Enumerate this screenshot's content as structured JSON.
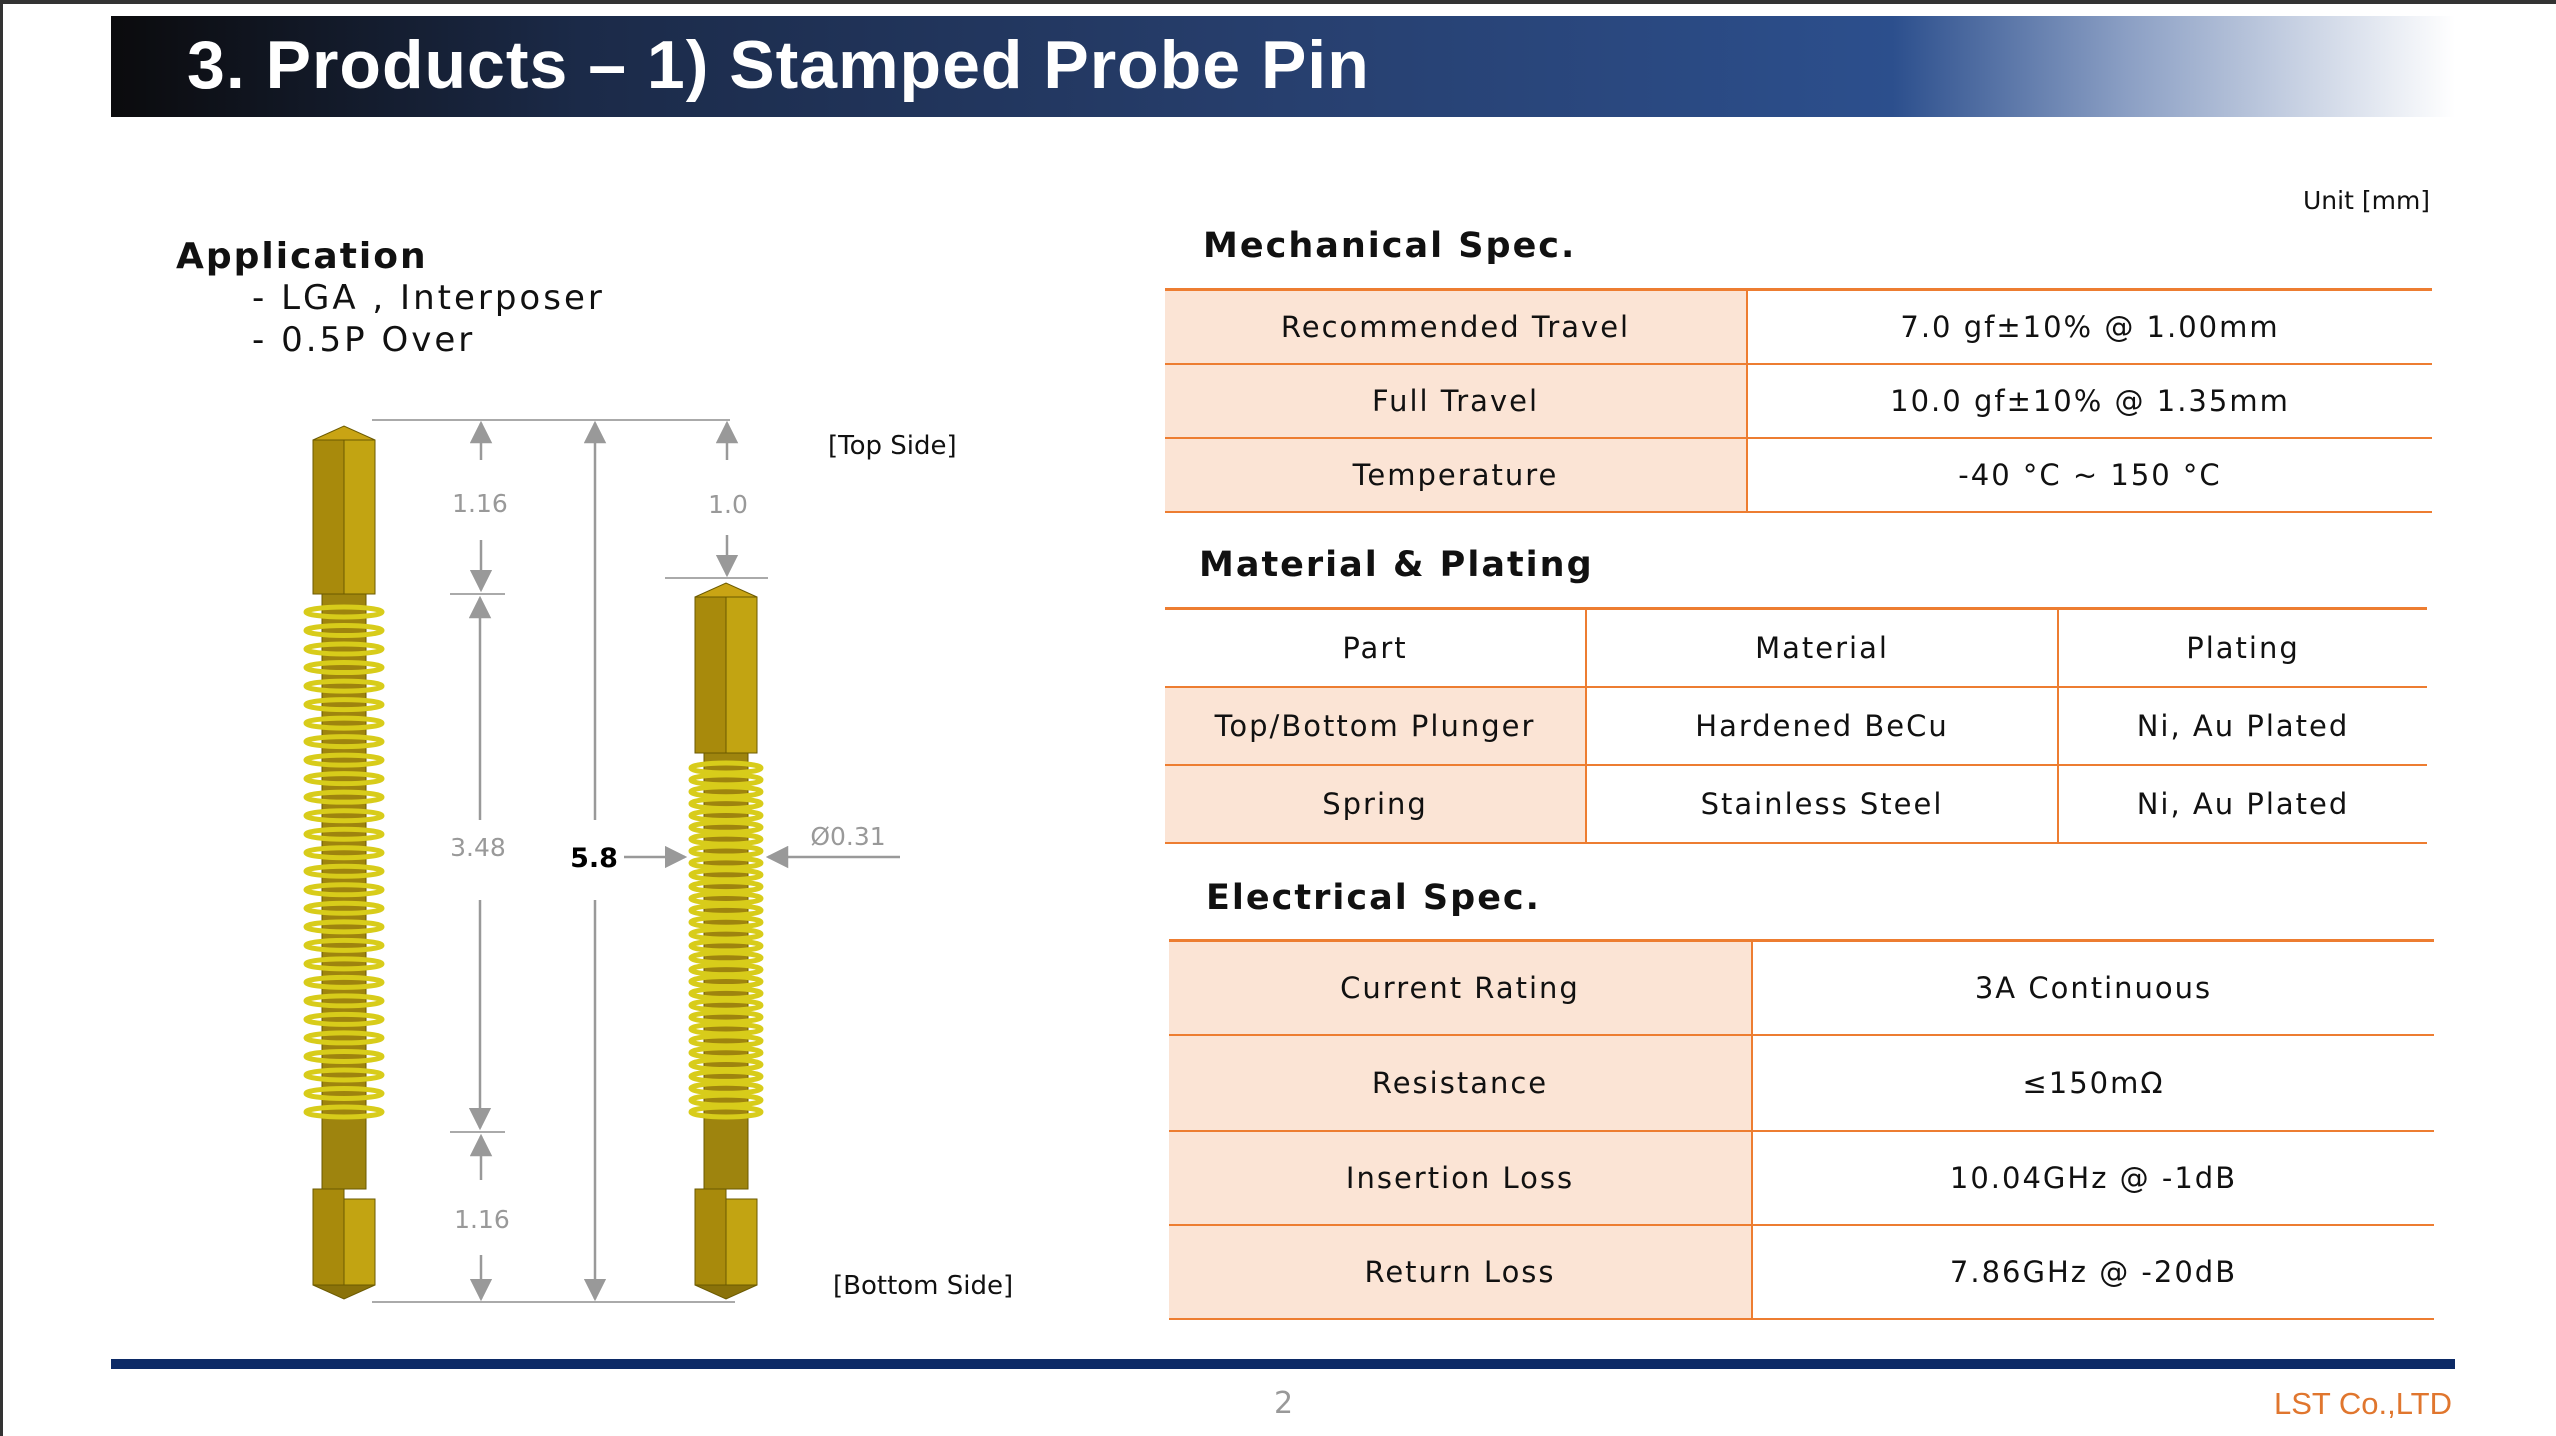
{
  "header": {
    "title": "3. Products – 1) Stamped Probe Pin"
  },
  "unit_label": "Unit [mm]",
  "application": {
    "title": "Application",
    "items": [
      "- LGA , Interposer",
      "- 0.5P Over"
    ]
  },
  "drawing": {
    "top_side": "[Top Side]",
    "bottom_side": "[Bottom Side]",
    "dim_top": "1.16",
    "dim_mid": "3.48",
    "dim_bottom": "1.16",
    "dim_total": "5.8",
    "dim_travel": "1.0",
    "dim_diameter": "Ø0.31"
  },
  "mechanical": {
    "title": "Mechanical Spec.",
    "rows": [
      {
        "label": "Recommended Travel",
        "value": "7.0 gf±10% @ 1.00mm"
      },
      {
        "label": "Full Travel",
        "value": "10.0 gf±10% @ 1.35mm"
      },
      {
        "label": "Temperature",
        "value": "-40 °C ~ 150 °C"
      }
    ]
  },
  "material": {
    "title": "Material & Plating",
    "headers": [
      "Part",
      "Material",
      "Plating"
    ],
    "rows": [
      [
        "Top/Bottom Plunger",
        "Hardened BeCu",
        "Ni, Au Plated"
      ],
      [
        "Spring",
        "Stainless Steel",
        "Ni, Au Plated"
      ]
    ]
  },
  "electrical": {
    "title": "Electrical Spec.",
    "rows": [
      {
        "label": "Current Rating",
        "value": "3A Continuous"
      },
      {
        "label": "Resistance",
        "value": "≤150mΩ"
      },
      {
        "label": "Insertion Loss",
        "value": "10.04GHz @ -1dB"
      },
      {
        "label": "Return Loss",
        "value": "7.86GHz @ -20dB"
      }
    ]
  },
  "footer": {
    "page": "2",
    "company": "LST Co.,LTD"
  },
  "colors": {
    "accent": "#ed7d31",
    "peach": "#fbe4d5",
    "navy": "#0c2a66",
    "gold": "#b89a10"
  }
}
